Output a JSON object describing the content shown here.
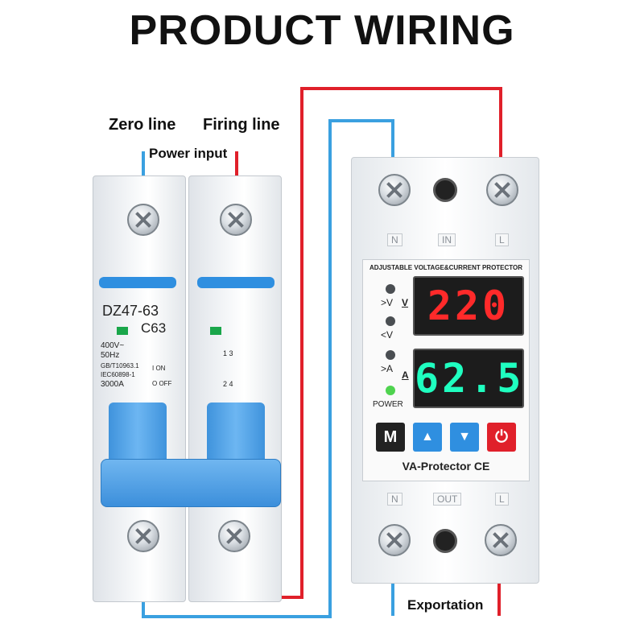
{
  "title": "PRODUCT WIRING",
  "labels": {
    "zero_line": "Zero line",
    "firing_line": "Firing line",
    "power_input": "Power input",
    "exportation": "Exportation"
  },
  "colors": {
    "neutral_wire": "#3aa0e0",
    "live_wire": "#e0202a",
    "breaker_blue": "#2f8fe0"
  },
  "breaker": {
    "model": "DZ47-63",
    "rating": "C63",
    "voltage": "400V~",
    "frequency": "50Hz",
    "standard1": "GB/T10963.1",
    "standard2": "IEC60898-1",
    "capacity": "3000A",
    "on_label": "I ON",
    "off_label": "O OFF",
    "terminals_top": "1 3",
    "terminals_bottom": "2 4"
  },
  "protector": {
    "header": "ADJUSTABLE VOLTAGE&CURRENT PROTECTOR",
    "terminal_top": [
      "N",
      "IN",
      "L"
    ],
    "terminal_bottom": [
      "N",
      "OUT",
      "L"
    ],
    "indicators": [
      ">V",
      "<V",
      ">A"
    ],
    "power_label": "POWER",
    "unit_v": "V",
    "unit_a": "A",
    "voltage_display": "220",
    "current_display": "62.5",
    "buttons": {
      "mode": "M",
      "up": "▲",
      "down": "▼",
      "power": "⏻"
    },
    "brand": "VA-Protector CE"
  }
}
